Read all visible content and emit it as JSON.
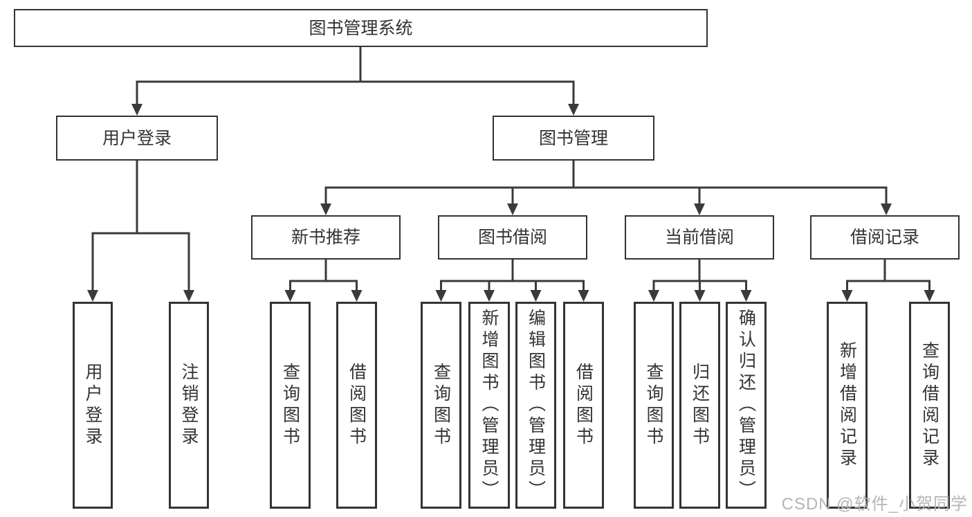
{
  "nodes": {
    "root": "图书管理系统",
    "user_login": "用户登录",
    "book_mgmt": "图书管理",
    "new_books": "新书推荐",
    "borrowing": "图书借阅",
    "current": "当前借阅",
    "records": "借阅记录"
  },
  "leaves": {
    "login": [
      "用户登录",
      "注销登录"
    ],
    "new_books": [
      "查询图书",
      "借阅图书"
    ],
    "borrowing": [
      "查询图书",
      "新增图书（管理员）",
      "编辑图书（管理员）",
      "借阅图书"
    ],
    "current": [
      "查询图书",
      "归还图书",
      "确认归还（管理员）"
    ],
    "records": [
      "新增借阅记录",
      "查询借阅记录"
    ]
  },
  "watermark": "CSDN @软件_小贺同学",
  "colors": {
    "line": "#3a3a3a",
    "box_border": "#333333",
    "text": "#333333",
    "watermark": "#b5b5b5",
    "background": "#ffffff"
  }
}
